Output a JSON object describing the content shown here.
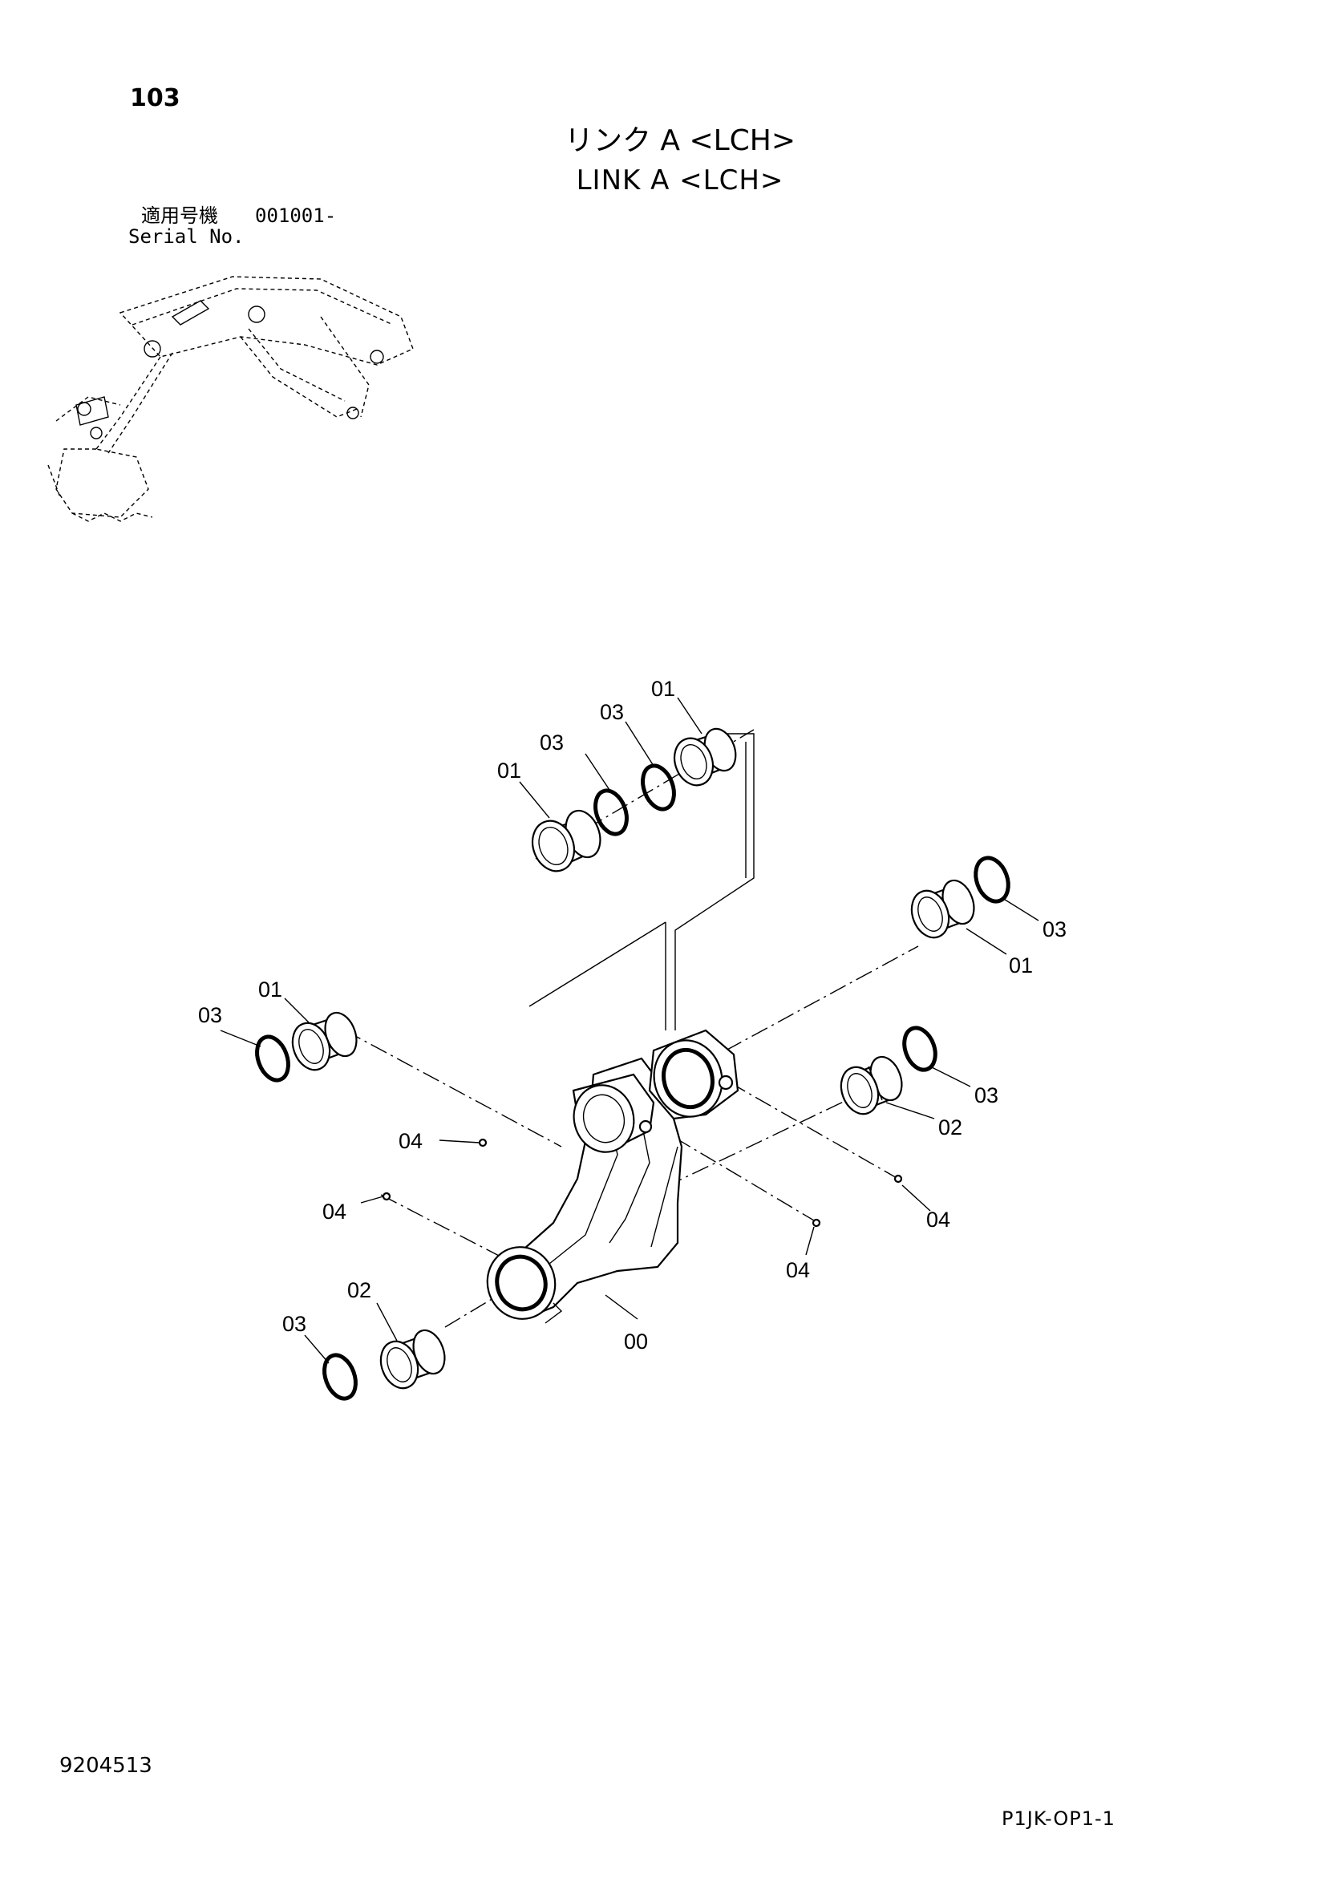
{
  "header": {
    "page_number": "103",
    "title_jp": "リンク A <LCH>",
    "title_en": "LINK A <LCH>",
    "serial_label_jp": "適用号機",
    "serial_label_en": "Serial No.",
    "serial_value": "001001-"
  },
  "footer": {
    "doc_number": "9204513",
    "page_code": "P1JK-OP1-1"
  },
  "callouts": {
    "c01_top_left": "01",
    "c03_top_mid": "03",
    "c03_top_right": "03",
    "c01_top_right": "01",
    "c03_right_upper": "03",
    "c01_right_upper": "01",
    "c01_left": "01",
    "c03_left": "03",
    "c04_left_upper": "04",
    "c04_left_lower": "04",
    "c03_right_mid": "03",
    "c02_right": "02",
    "c04_right": "04",
    "c04_center": "04",
    "c02_bottom": "02",
    "c03_bottom": "03",
    "c00_link": "00"
  }
}
